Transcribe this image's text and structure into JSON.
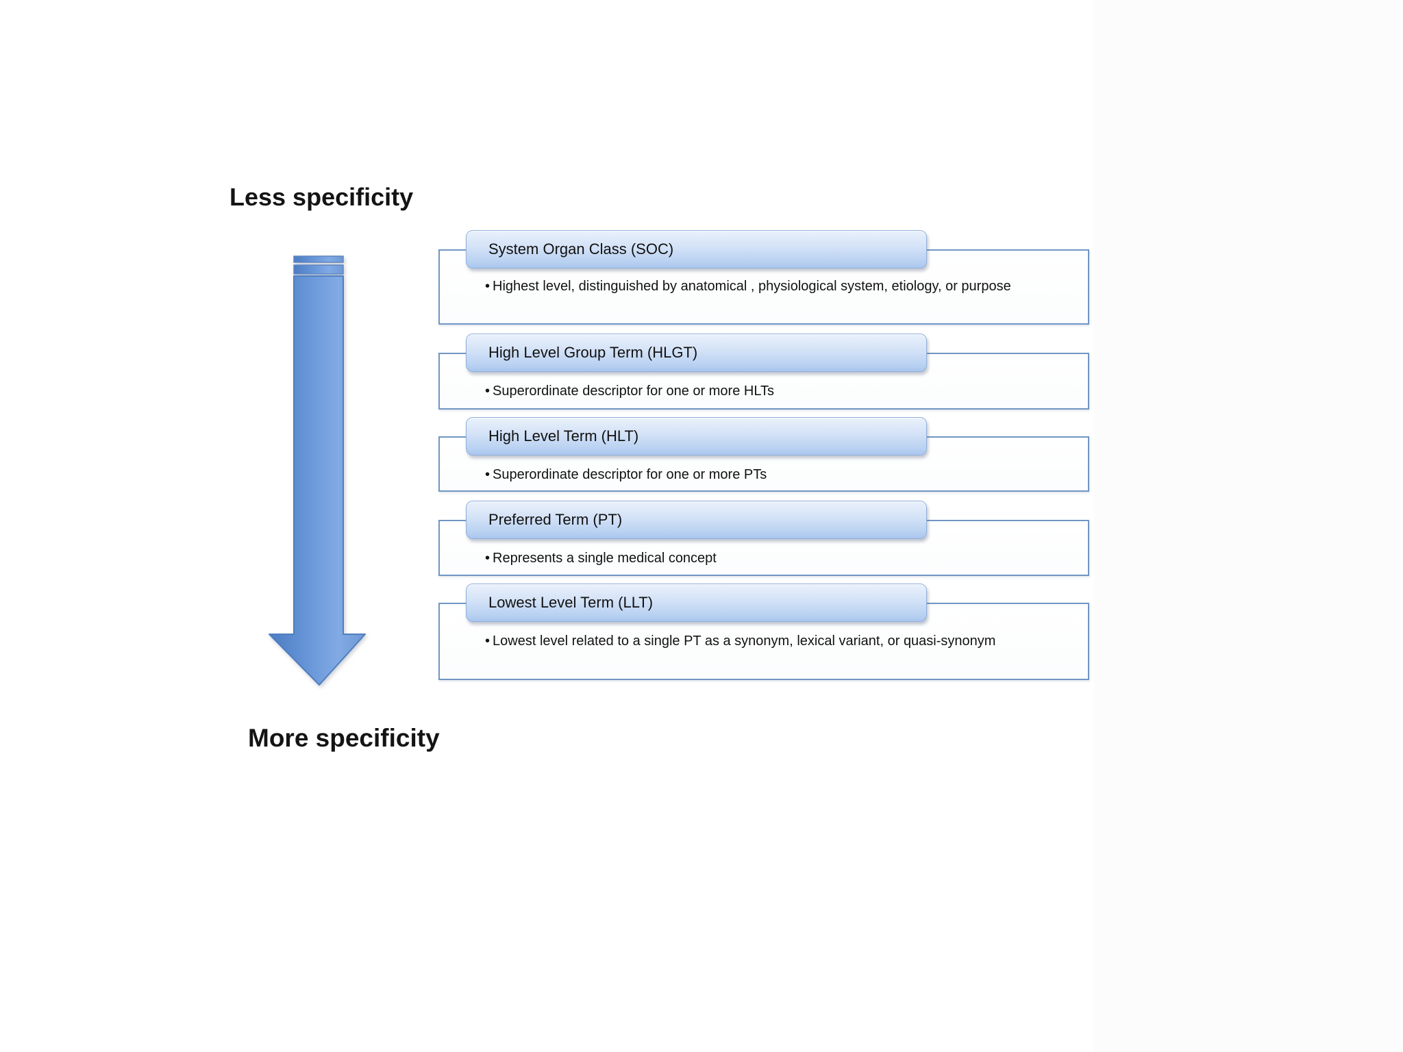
{
  "background": "#ffffff",
  "labels": {
    "less": "Less specificity",
    "more": "More specificity"
  },
  "bullet_char": "•",
  "arrow": {
    "direction": "down",
    "fill_start": "#4c7cc2",
    "fill_mid": "#82aae4",
    "fill_end": "#6d99d6",
    "outline": "#4f7fbe"
  },
  "box_style": {
    "container_border": "#6f96c3",
    "pill_top": "#e9f1fb",
    "pill_bottom": "#aac6ee",
    "pill_border": "#8fafdc"
  },
  "hierarchy": [
    {
      "title": "System Organ Class (SOC)",
      "description": "Highest level, distinguished by anatomical , physiological system, etiology, or purpose"
    },
    {
      "title": "High Level Group Term (HLGT)",
      "description": "Superordinate descriptor for one or more HLTs"
    },
    {
      "title": "High Level Term (HLT)",
      "description": "Superordinate descriptor for one or more PTs"
    },
    {
      "title": "Preferred Term (PT)",
      "description": "Represents a single medical concept"
    },
    {
      "title": "Lowest Level Term (LLT)",
      "description": "Lowest level related to a single PT as a synonym, lexical variant, or quasi-synonym"
    }
  ]
}
